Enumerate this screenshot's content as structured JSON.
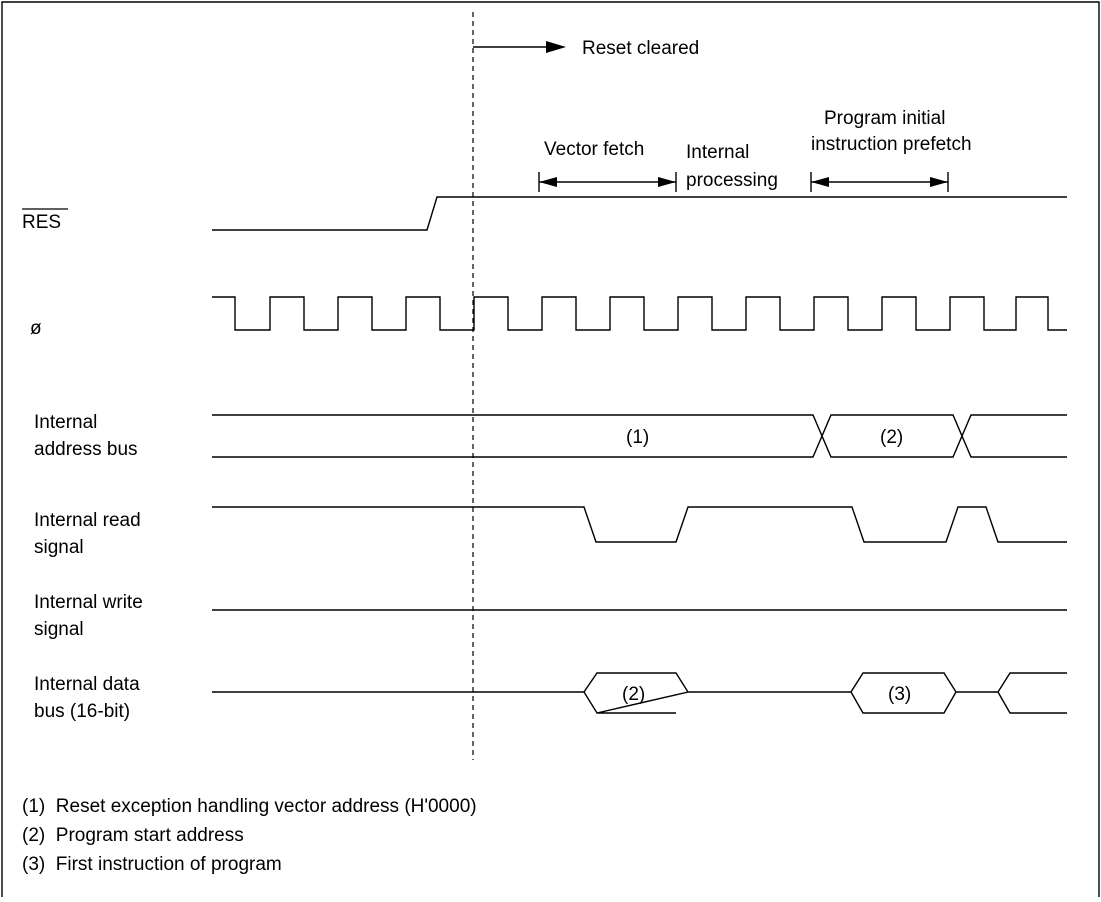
{
  "annotations": {
    "reset_cleared": "Reset cleared",
    "vector_fetch": "Vector fetch",
    "internal_processing": [
      "Internal",
      "processing"
    ],
    "prefetch": [
      "Program initial",
      "instruction prefetch"
    ]
  },
  "signals": {
    "res": "RES",
    "clock": "ø",
    "address_bus": [
      "Internal",
      "address bus"
    ],
    "read_signal": [
      "Internal read",
      "signal"
    ],
    "write_signal": [
      "Internal write",
      "signal"
    ],
    "data_bus": [
      "Internal data",
      "bus (16-bit)"
    ]
  },
  "bus_values": {
    "addr_1": "(1)",
    "addr_2": "(2)",
    "data_2": "(2)",
    "data_3": "(3)"
  },
  "legend": [
    "(1)  Reset exception handling vector address (H'0000)",
    "(2)  Program start address",
    "(3)  First instruction of program"
  ]
}
